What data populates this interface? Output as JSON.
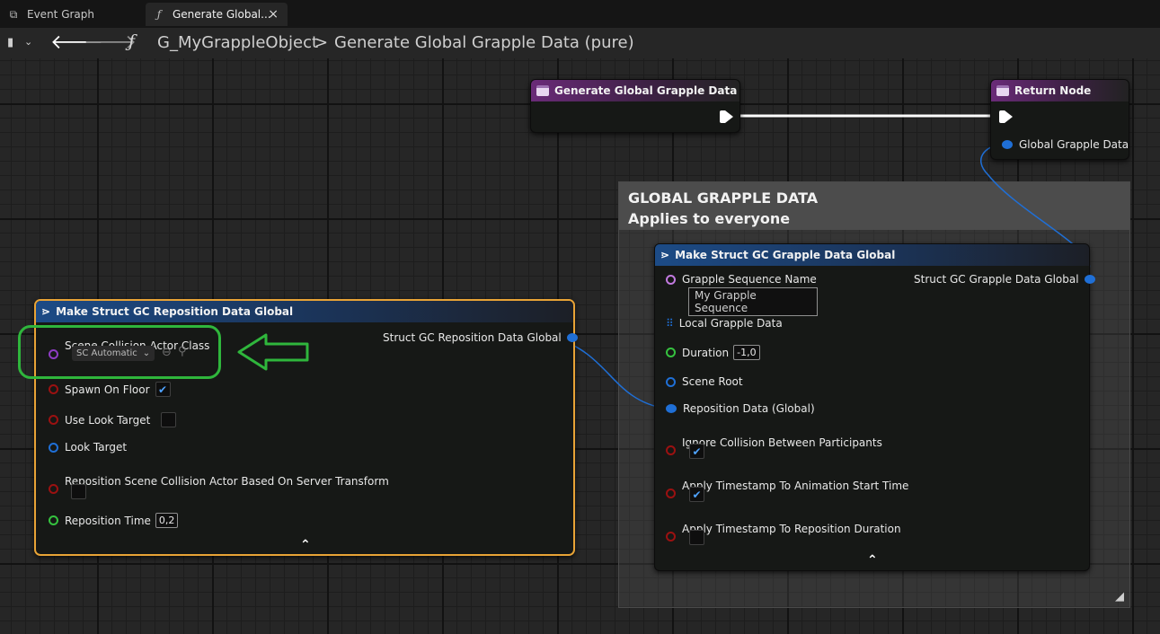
{
  "tabs": [
    {
      "label": "Event Graph",
      "icon": "graph-icon"
    },
    {
      "label": "Generate Global...",
      "icon": "function-icon",
      "close": "×"
    }
  ],
  "breadcrumb": {
    "function_glyph": "ƒ",
    "class_name": "G_MyGrappleObject",
    "separator": ">",
    "function_name": "Generate Global Grapple Data (pure)"
  },
  "comment": {
    "line1": "GLOBAL GRAPPLE DATA",
    "line2": "Applies to everyone"
  },
  "entry_node": {
    "title": "Generate Global Grapple Data"
  },
  "return_node": {
    "title": "Return Node",
    "pin_label": "Global Grapple Data"
  },
  "make_grapple": {
    "title": "Make Struct GC Grapple Data Global",
    "output_label": "Struct GC Grapple Data Global",
    "grapple_sequence_name": "Grapple Sequence Name",
    "grapple_sequence_value": "My Grapple Sequence",
    "local_grapple_data": "Local Grapple Data",
    "duration_label": "Duration",
    "duration_value": "-1,0",
    "scene_root": "Scene Root",
    "reposition_data": "Reposition Data (Global)",
    "ignore_collision": "Ignore Collision Between Participants",
    "ignore_collision_checked": true,
    "apply_ts_anim": "Apply Timestamp To Animation Start Time",
    "apply_ts_anim_checked": true,
    "apply_ts_repo": "Apply Timestamp To Reposition Duration",
    "apply_ts_repo_checked": false
  },
  "make_reposition": {
    "title": "Make Struct GC Reposition Data Global",
    "output_label": "Struct GC Reposition Data Global",
    "scene_collision_class": "Scene Collision Actor Class",
    "scene_collision_value": "SC Automatic",
    "spawn_on_floor": "Spawn On Floor",
    "spawn_on_floor_checked": true,
    "use_look_target": "Use Look Target",
    "use_look_target_checked": false,
    "look_target": "Look Target",
    "reposition_scene": "Reposition Scene Collision Actor Based On Server Transform",
    "reposition_scene_checked": false,
    "reposition_time_label": "Reposition Time",
    "reposition_time_value": "0,2"
  },
  "colors": {
    "accent_orange": "#e8a336",
    "highlight_green": "#2fb63c",
    "pin_blue": "#1f6fd6",
    "pin_green": "#35c23f",
    "pin_red": "#9b1111",
    "pin_purple": "#8e3cc4",
    "pin_violet": "#c27ae0"
  }
}
